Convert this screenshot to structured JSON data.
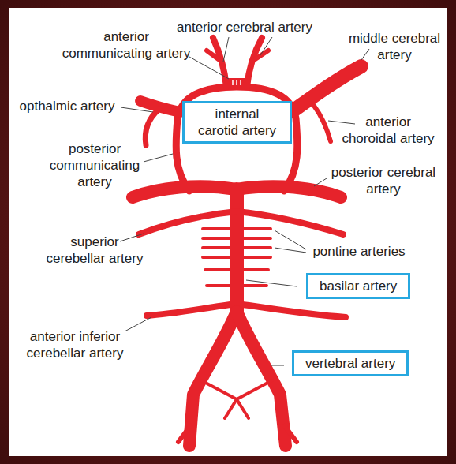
{
  "diagram": {
    "nodes": [
      {
        "text": [
          "internal carotid artery"
        ]
      },
      {
        "text": [
          "basilar artery"
        ]
      },
      {
        "text": [
          "vertebral artery"
        ]
      }
    ],
    "labels": [
      "anterior cerebral artery",
      "anterior communicating artery",
      "middle cerebral artery",
      "opthalmic artery",
      "anterior choroidal artery",
      "posterior communicating artery",
      "posterior cerebral artery",
      "superior cerebellar artery",
      "pontine arteries",
      "anterior inferior cerebellar artery"
    ]
  }
}
